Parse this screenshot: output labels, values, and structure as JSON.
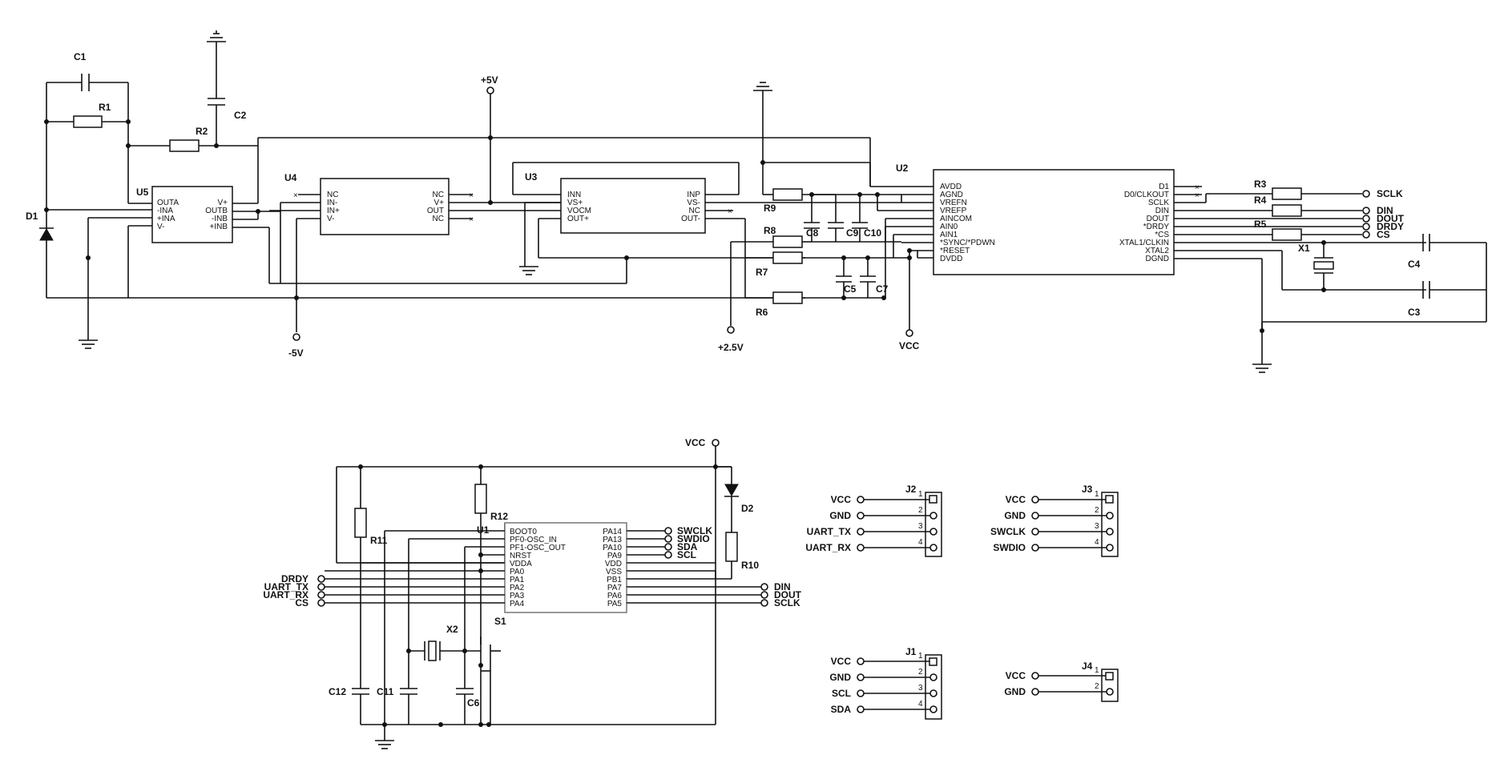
{
  "designators": {
    "C1": "C1",
    "R1": "R1",
    "C2": "C2",
    "R2": "R2",
    "D1": "D1",
    "U5": "U5",
    "U4": "U4",
    "U3": "U3",
    "U2": "U2",
    "R9": "R9",
    "R8": "R8",
    "R7": "R7",
    "R6": "R6",
    "C8": "C8",
    "C9": "C9",
    "C10": "C10",
    "C5": "C5",
    "C7": "C7",
    "R3": "R3",
    "R4": "R4",
    "R5": "R5",
    "X1": "X1",
    "C4": "C4",
    "C3": "C3",
    "U1": "U1",
    "R11": "R11",
    "R12": "R12",
    "D2": "D2",
    "R10": "R10",
    "X2": "X2",
    "S1": "S1",
    "C12": "C12",
    "C11": "C11",
    "C6": "C6",
    "J1": "J1",
    "J2": "J2",
    "J3": "J3",
    "J4": "J4"
  },
  "nets": {
    "p5v": "+5V",
    "m5v": "-5V",
    "p2v5": "+2.5V",
    "vcc": "VCC",
    "vcc_u1": "VCC",
    "sclk": "SCLK",
    "din": "DIN",
    "dout": "DOUT",
    "drdy": "DRDY",
    "cs": "CS",
    "u1_drdy": "DRDY",
    "u1_uart_tx": "UART_TX",
    "u1_uart_rx": "UART_RX",
    "u1_cs": "CS",
    "swclk": "SWCLK",
    "swdio": "SWDIO",
    "sda": "SDA",
    "scl": "SCL",
    "u1_din": "DIN",
    "u1_dout": "DOUT",
    "u1_sclk": "SCLK"
  },
  "chips": {
    "U5": {
      "left": [
        "OUTA",
        "-INA",
        "+INA",
        "V-"
      ],
      "right": [
        "V+",
        "OUTB",
        "-INB",
        "+INB"
      ]
    },
    "U4": {
      "left": [
        "NC",
        "IN-",
        "IN+",
        "V-"
      ],
      "right": [
        "NC",
        "V+",
        "OUT",
        "NC"
      ]
    },
    "U3": {
      "left": [
        "INN",
        "VS+",
        "VOCM",
        "OUT+"
      ],
      "right": [
        "INP",
        "VS-",
        "NC",
        "OUT-"
      ]
    },
    "U2": {
      "left": [
        "AVDD",
        "AGND",
        "VREFN",
        "VREFP",
        "AINCOM",
        "AIN0",
        "AIN1",
        "*SYNC/*PDWN",
        "*RESET",
        "DVDD"
      ],
      "right": [
        "D1",
        "D0/CLKOUT",
        "SCLK",
        "DIN",
        "DOUT",
        "*DRDY",
        "*CS",
        "XTAL1/CLKIN",
        "XTAL2",
        "DGND"
      ]
    },
    "U1": {
      "left": [
        "BOOT0",
        "PF0-OSC_IN",
        "PF1-OSC_OUT",
        "NRST",
        "VDDA",
        "PA0",
        "PA1",
        "PA2",
        "PA3",
        "PA4"
      ],
      "right": [
        "PA14",
        "PA13",
        "PA10",
        "PA9",
        "VDD",
        "VSS",
        "PB1",
        "PA7",
        "PA6",
        "PA5"
      ]
    }
  },
  "connectors": {
    "J2": {
      "pins": [
        "1",
        "2",
        "3",
        "4"
      ],
      "labels": [
        "VCC",
        "GND",
        "UART_TX",
        "UART_RX"
      ]
    },
    "J3": {
      "pins": [
        "1",
        "2",
        "3",
        "4"
      ],
      "labels": [
        "VCC",
        "GND",
        "SWCLK",
        "SWDIO"
      ]
    },
    "J1": {
      "pins": [
        "1",
        "2",
        "3",
        "4"
      ],
      "labels": [
        "VCC",
        "GND",
        "SCL",
        "SDA"
      ]
    },
    "J4": {
      "pins": [
        "1",
        "2"
      ],
      "labels": [
        "VCC",
        "GND"
      ]
    }
  }
}
